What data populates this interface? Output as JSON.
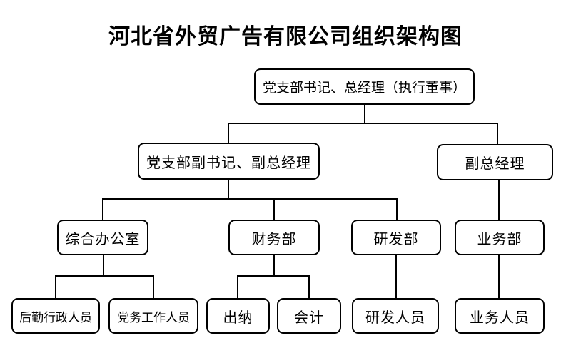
{
  "title": "河北省外贸广告有限公司组织架构图",
  "org_chart": {
    "root": {
      "label": "党支部书记、总经理（执行董事）",
      "children": [
        {
          "label": "党支部副书记、副总经理",
          "children": [
            {
              "label": "综合办公室",
              "children": [
                {
                  "label": "后勤行政人员"
                },
                {
                  "label": "党务工作人员"
                }
              ]
            },
            {
              "label": "财务部",
              "children": [
                {
                  "label": "出纳"
                },
                {
                  "label": "会计"
                }
              ]
            },
            {
              "label": "研发部",
              "children": [
                {
                  "label": "研发人员"
                }
              ]
            }
          ]
        },
        {
          "label": "副总经理",
          "children": [
            {
              "label": "业务部",
              "children": [
                {
                  "label": "业务人员"
                }
              ]
            }
          ]
        }
      ]
    }
  },
  "colors": {
    "background": "#ffffff",
    "line": "#000000",
    "box_border": "#000000",
    "text": "#000000"
  }
}
